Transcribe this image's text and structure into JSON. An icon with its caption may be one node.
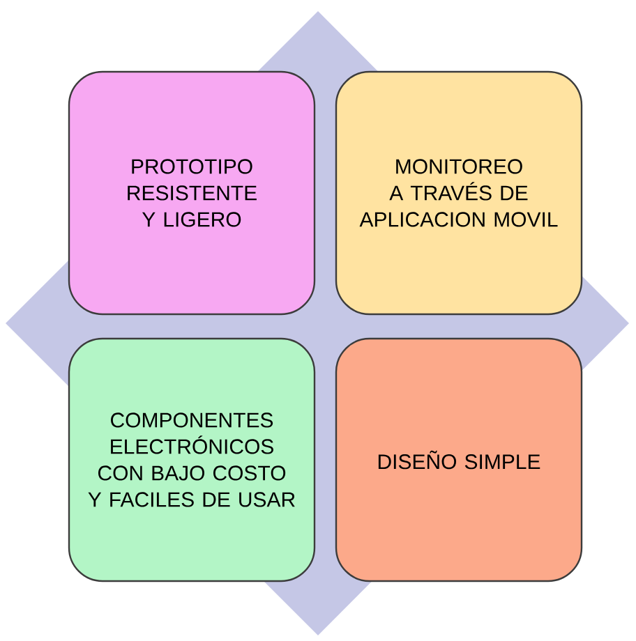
{
  "diagram": {
    "nodes": [
      {
        "text": [
          "PROTOTIPO RESISTENTE Y LIGERO"
        ]
      },
      {
        "text": [
          "MONITOREO A TRAVÉS DE APLICACION MOVIL"
        ]
      },
      {
        "text": [
          "COMPONENTES ELECTRÓNICOS CON BAJO COSTO Y FACILES DE USAR"
        ]
      },
      {
        "text": [
          "DISEÑO  SIMPLE"
        ]
      }
    ]
  }
}
